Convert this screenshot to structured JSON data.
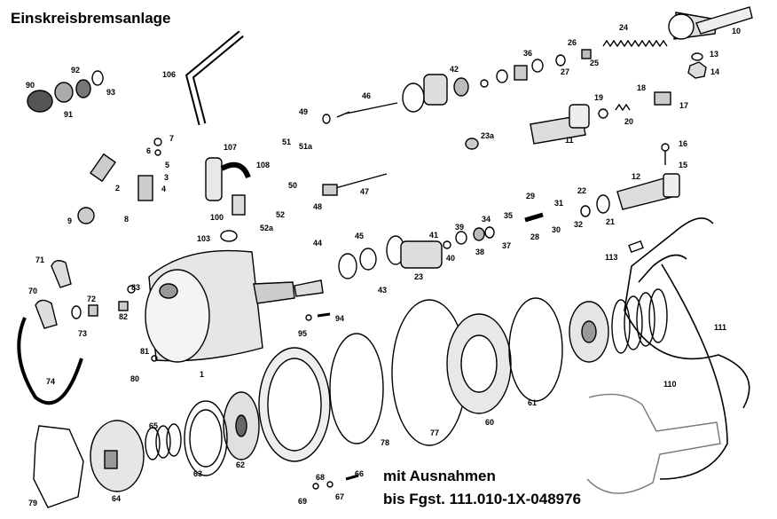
{
  "title": "Einskreisbremsanlage",
  "note": {
    "line1": "mit Ausnahmen",
    "line2": "bis Fgst. 111.010-1X-048976"
  },
  "part_numbers": {
    "p1": "1",
    "p2": "2",
    "p3": "3",
    "p4": "4",
    "p5": "5",
    "p6": "6",
    "p7": "7",
    "p8": "8",
    "p9": "9",
    "p10": "10",
    "p11": "11",
    "p12": "12",
    "p13": "13",
    "p14": "14",
    "p15": "15",
    "p16": "16",
    "p17": "17",
    "p18": "18",
    "p19": "19",
    "p20": "20",
    "p21": "21",
    "p22": "22",
    "p23": "23",
    "p23a": "23a",
    "p24": "24",
    "p25": "25",
    "p26": "26",
    "p27": "27",
    "p28": "28",
    "p29": "29",
    "p30": "30",
    "p31": "31",
    "p32": "32",
    "p34": "34",
    "p35": "35",
    "p36": "36",
    "p37": "37",
    "p38": "38",
    "p39": "39",
    "p40": "40",
    "p41": "41",
    "p42": "42",
    "p43": "43",
    "p44": "44",
    "p45": "45",
    "p46": "46",
    "p47": "47",
    "p48": "48",
    "p49": "49",
    "p50": "50",
    "p51": "51",
    "p51a": "51a",
    "p52": "52",
    "p52a": "52a",
    "p60": "60",
    "p61": "61",
    "p62": "62",
    "p63": "63",
    "p64": "64",
    "p65": "65",
    "p66": "66",
    "p67": "67",
    "p68": "68",
    "p69": "69",
    "p70": "70",
    "p71": "71",
    "p72": "72",
    "p73": "73",
    "p74": "74",
    "p77": "77",
    "p78": "78",
    "p79": "79",
    "p80": "80",
    "p81": "81",
    "p82": "82",
    "p83": "83",
    "p90": "90",
    "p91": "91",
    "p92": "92",
    "p93": "93",
    "p94": "94",
    "p95": "95",
    "p100": "100",
    "p103": "103",
    "p106": "106",
    "p107": "107",
    "p108": "108",
    "p110": "110",
    "p111": "111",
    "p113": "113"
  }
}
